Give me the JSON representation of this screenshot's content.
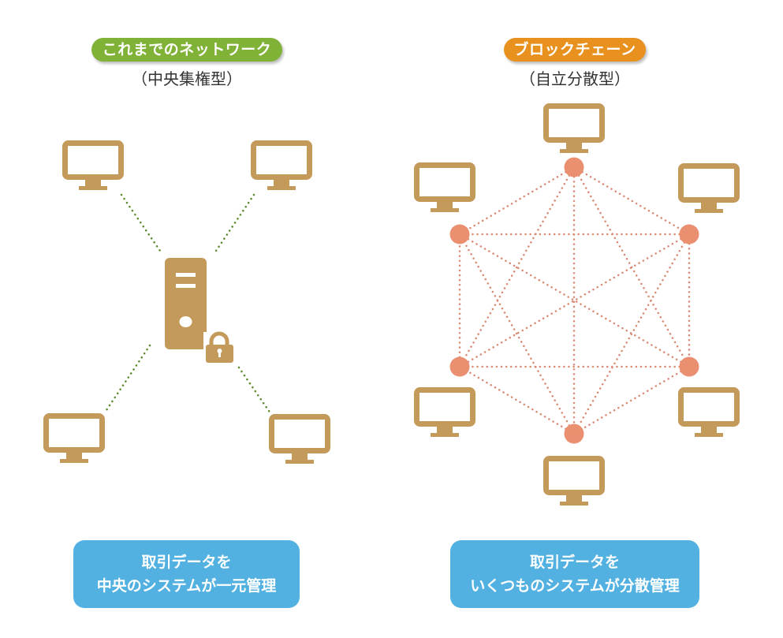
{
  "colors": {
    "device": "#C49A5A",
    "traditional_accent": "#7FB236",
    "blockchain_accent": "#E8911E",
    "node": "#EB8F71",
    "traditional_link": "#5B8A2A",
    "blockchain_link": "#D98A74",
    "caption_box": "#52B1E0"
  },
  "traditional": {
    "title": "これまでのネットワーク",
    "subtitle": "（中央集権型）",
    "caption_line1": "取引データを",
    "caption_line2": "中央のシステムが一元管理",
    "center_icon": "server-icon",
    "lock_icon": "lock-icon",
    "client_count": 4
  },
  "blockchain": {
    "title": "ブロックチェーン",
    "subtitle": "（自立分散型）",
    "caption_line1": "取引データを",
    "caption_line2": "いくつものシステムが分散管理",
    "node_count": 6,
    "topology": "fully-connected"
  }
}
